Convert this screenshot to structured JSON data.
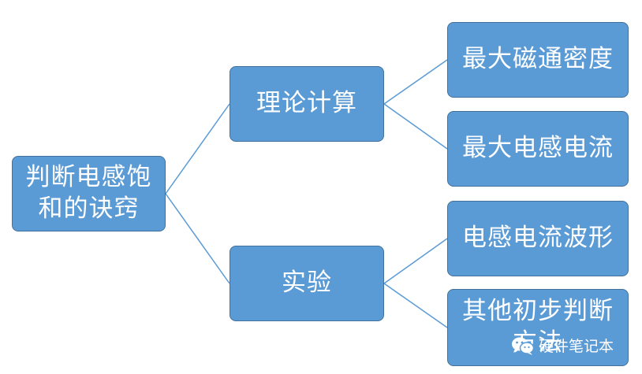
{
  "colors": {
    "node_fill": "#5b9bd5",
    "node_border": "#41719c",
    "connector": "#5b9bd5",
    "text": "#ffffff"
  },
  "diagram": {
    "root": {
      "label": "判断电感饱\n和的诀窍"
    },
    "branches": [
      {
        "label": "理论计算",
        "children": [
          {
            "label": "最大磁通密度"
          },
          {
            "label": "最大电感电流"
          }
        ]
      },
      {
        "label": "实验",
        "children": [
          {
            "label": "电感电流波形"
          },
          {
            "label": "其他初步判断\n方法"
          }
        ]
      }
    ]
  },
  "watermark": {
    "icon": "wechat-icon",
    "text": "硬件笔记本"
  }
}
